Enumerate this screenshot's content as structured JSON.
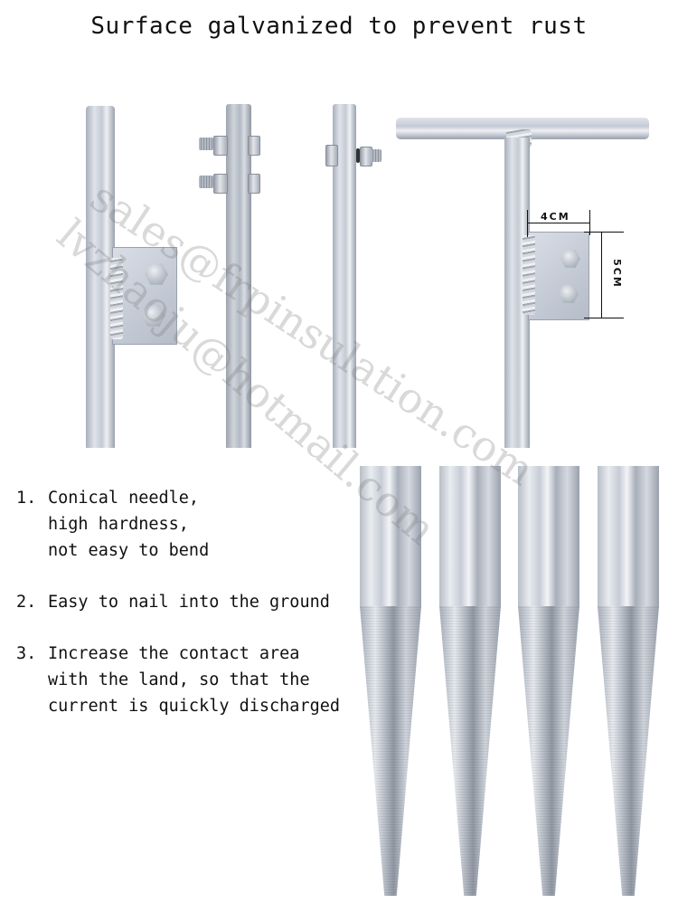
{
  "header": {
    "title": "Surface galvanized to prevent rust"
  },
  "dimensions": {
    "width_label": "4CM",
    "height_label": "5CM"
  },
  "features": [
    {
      "number": "1.",
      "lines": [
        "Conical needle,",
        "high hardness,",
        "not easy to bend"
      ]
    },
    {
      "number": "2.",
      "lines": [
        "Easy to nail into the ground"
      ]
    },
    {
      "number": "3.",
      "lines": [
        "Increase the contact area",
        "with the land, so that the",
        "current is quickly discharged"
      ]
    }
  ],
  "watermark": {
    "line1": "sales@frpinsulation.com",
    "line2": "lvzhaoju@hotmail.com"
  },
  "product_images": {
    "top_row": [
      "rod-with-bolted-plate",
      "rod-with-double-bolt-clamp",
      "rod-with-single-bolt",
      "t-handle-rod-with-plate"
    ],
    "bottom_row": [
      "conical-spike-1",
      "conical-spike-2",
      "conical-spike-3",
      "conical-spike-4"
    ]
  },
  "colors": {
    "text": "#111111",
    "metal": "#c4cad4",
    "background": "#ffffff"
  }
}
